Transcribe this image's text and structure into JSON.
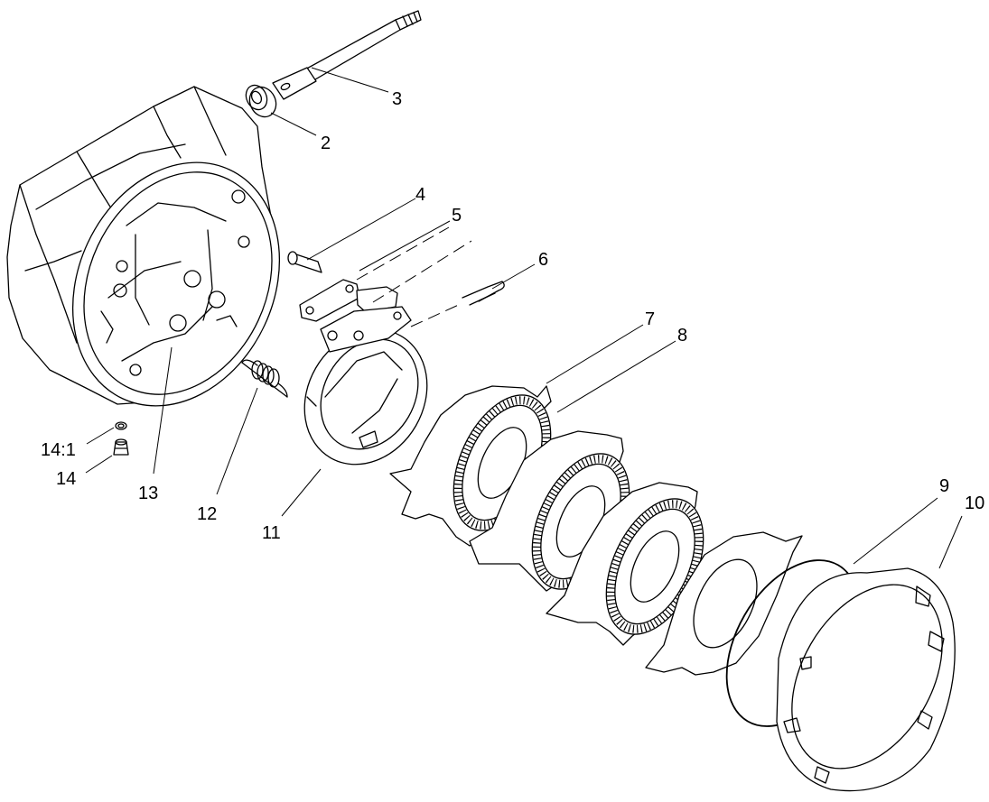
{
  "callouts": {
    "c2": "2",
    "c3": "3",
    "c4": "4",
    "c5": "5",
    "c6": "6",
    "c7": "7",
    "c8": "8",
    "c9": "9",
    "c10": "10",
    "c11": "11",
    "c12": "12",
    "c13": "13",
    "c14": "14",
    "c14_1": "14:1"
  }
}
